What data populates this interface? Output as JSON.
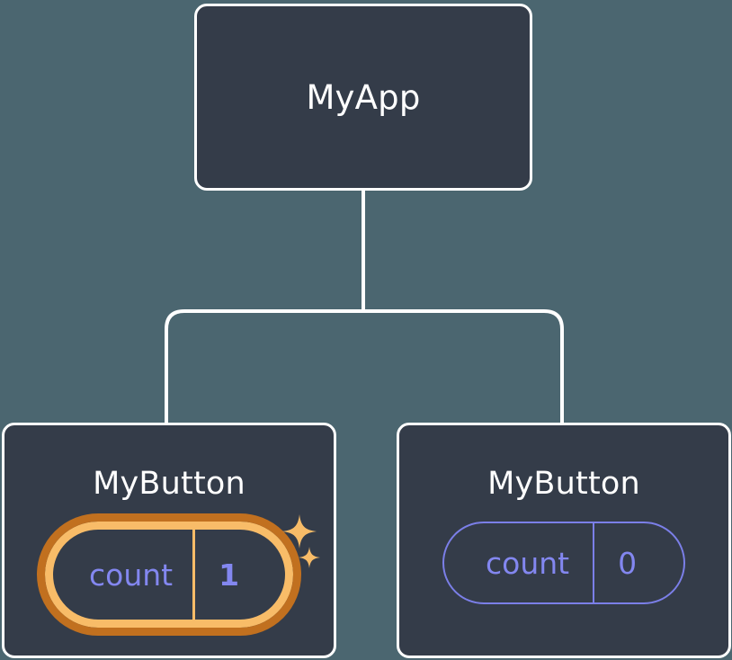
{
  "diagram": {
    "type": "component-tree",
    "title_hidden": true,
    "background_color": "#4b6670",
    "node_fill_color": "#343c49",
    "node_border_color": "#ffffff",
    "connector_color": "#ffffff",
    "accent_highlight_color": "#f8bc68",
    "accent_highlight_outer_color": "#c1701f",
    "state_text_color": "#8387f0",
    "state_border_color": "#7b7fe8"
  },
  "root": {
    "label": "MyApp"
  },
  "children": [
    {
      "label": "MyButton",
      "state": {
        "key": "count",
        "value": "1"
      },
      "highlighted": true,
      "sparkles": [
        {
          "name": "sparkle-large"
        },
        {
          "name": "sparkle-small"
        }
      ]
    },
    {
      "label": "MyButton",
      "state": {
        "key": "count",
        "value": "0"
      },
      "highlighted": false
    }
  ],
  "connectors": {
    "trunk": "MyApp down to branch bar",
    "branch_left": "to left MyButton",
    "branch_right": "to right MyButton"
  }
}
